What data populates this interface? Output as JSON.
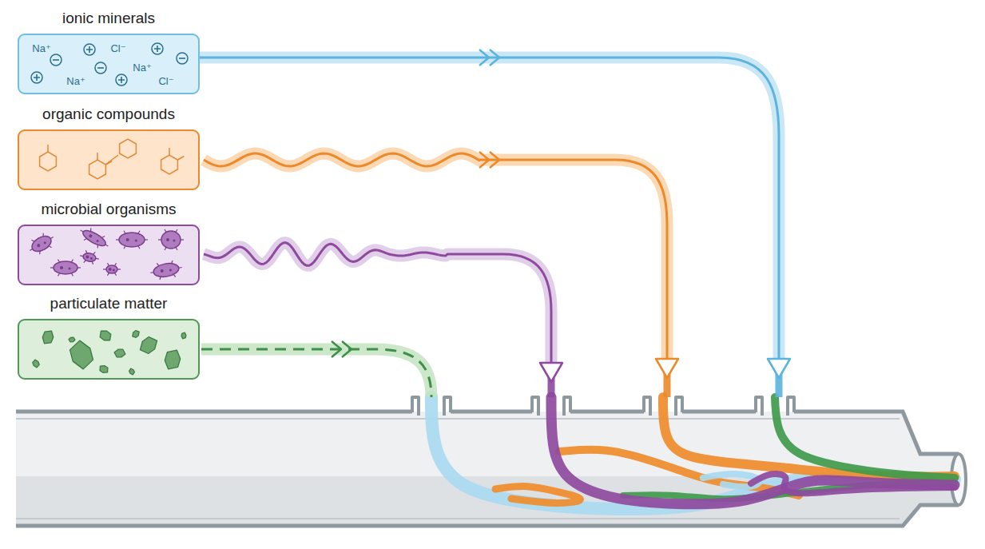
{
  "diagram": {
    "nodes": [
      {
        "text": [
          "ionic minerals"
        ]
      },
      {
        "text": [
          "organic compounds"
        ]
      },
      {
        "text": [
          "microbial organisms"
        ]
      },
      {
        "text": [
          "particulate matter"
        ]
      }
    ],
    "labels": [
      "Na⁺",
      "Cl⁻",
      "Na⁺",
      "Na⁺",
      "Cl⁻"
    ]
  }
}
